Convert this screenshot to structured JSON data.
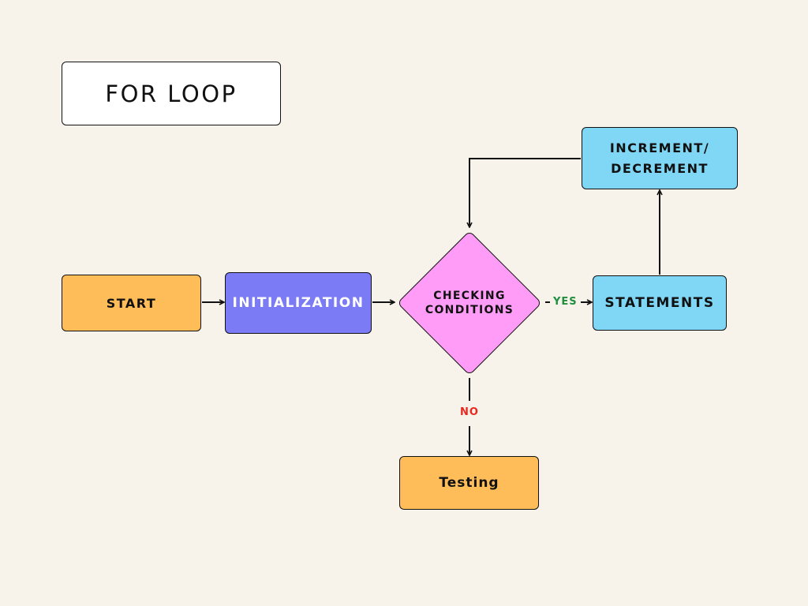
{
  "title": "FOR LOOP",
  "nodes": {
    "start": "START",
    "initialization": "INITIALIZATION",
    "condition_line1": "CHECKING",
    "condition_line2": "CONDITIONS",
    "statements": "STATEMENTS",
    "increment_line1": "INCREMENT/",
    "increment_line2": "DECREMENT",
    "testing": "Testing"
  },
  "edge_labels": {
    "yes": "YES",
    "no": "NO"
  },
  "colors": {
    "background": "#f7f2ea",
    "start": "#ffbd59",
    "initialization": "#7b7bf5",
    "condition": "#ff9cf7",
    "statements": "#7fd6f5",
    "increment": "#7fd6f5",
    "testing": "#ffbd59",
    "yes_label": "#1f8f3f",
    "no_label": "#e8281e"
  }
}
